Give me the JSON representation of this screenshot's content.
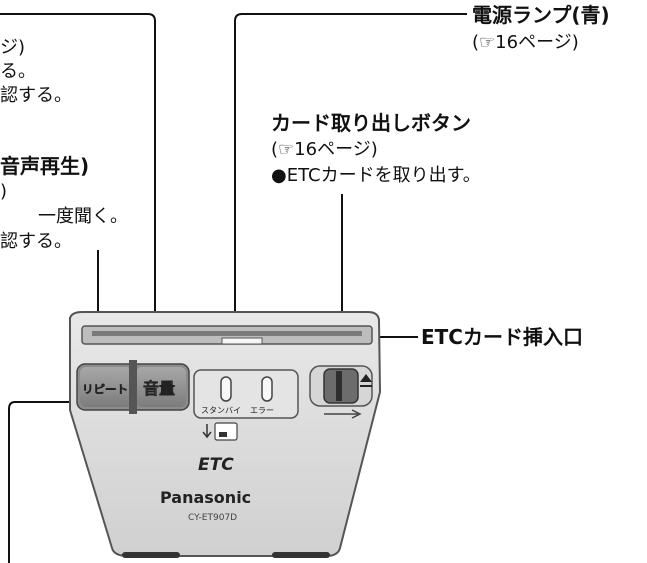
{
  "labels": {
    "top_left": [
      "ジ)",
      "る。",
      "認する。"
    ],
    "mid_left_title": "音声再生)",
    "mid_left": [
      ")",
      "一度聞く。",
      "認する。"
    ],
    "power_lamp": {
      "title": "電源ランプ(青)",
      "ref": "(☞16ページ)"
    },
    "eject_button": {
      "title": "カード取り出しボタン",
      "ref": "(☞16ページ)",
      "bullet": "●ETCカードを取り出す。"
    },
    "card_slot": "ETCカード挿入口"
  },
  "device": {
    "button_repeat": "リピート",
    "button_volume": "音量",
    "indicator_standby": "スタンバイ",
    "indicator_error": "エラー",
    "logo": "ETC",
    "brand": "Panasonic",
    "model": "CY-ET907D"
  }
}
